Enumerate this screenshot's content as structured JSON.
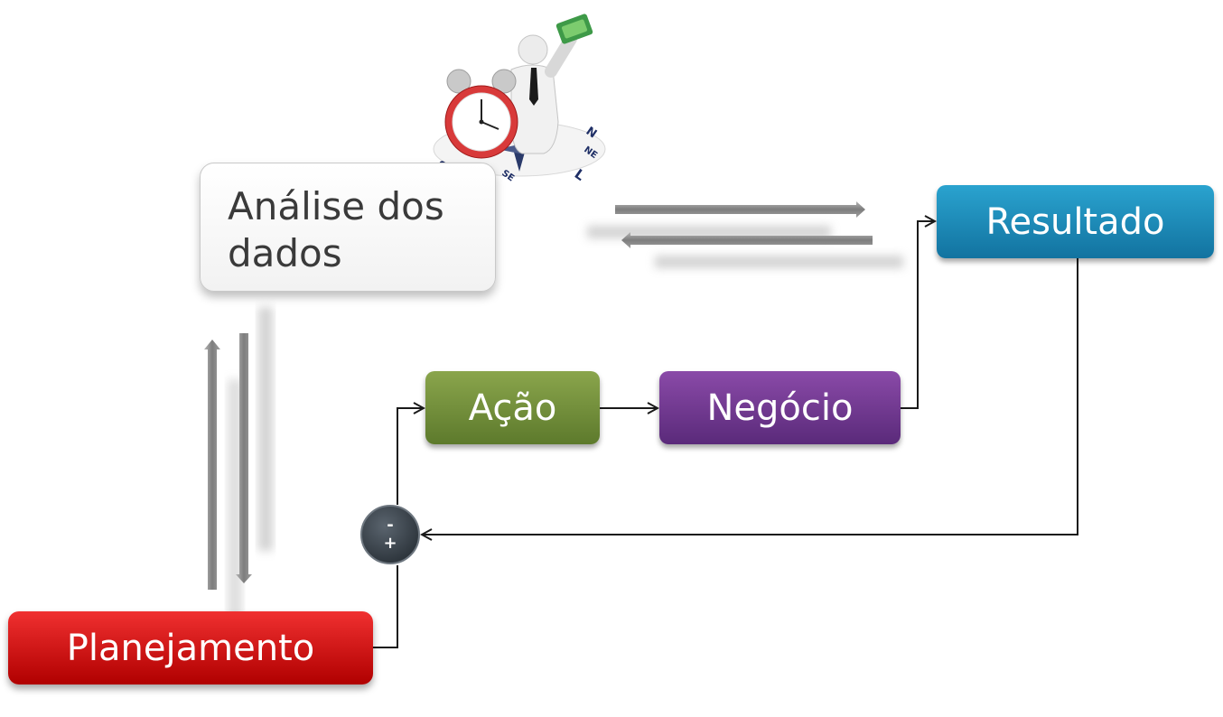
{
  "nodes": {
    "analise": "Análise dos dados",
    "acao": "Ação",
    "negocio": "Negócio",
    "resultado": "Resultado",
    "planejamento": "Planejamento"
  },
  "sum_node": {
    "minus": "-",
    "plus": "+"
  },
  "clip_art": {
    "icon": "businessman-with-clock-and-compass-icon",
    "compass_labels": [
      "N",
      "NE",
      "L",
      "SE",
      "S"
    ]
  },
  "colors": {
    "acao": "#6e8c3a",
    "negocio": "#723a92",
    "resultado": "#1b8cbc",
    "planejamento": "#d80c0c",
    "connector": "#1a1a1a",
    "gray_arrows": "#8c8c8c"
  }
}
